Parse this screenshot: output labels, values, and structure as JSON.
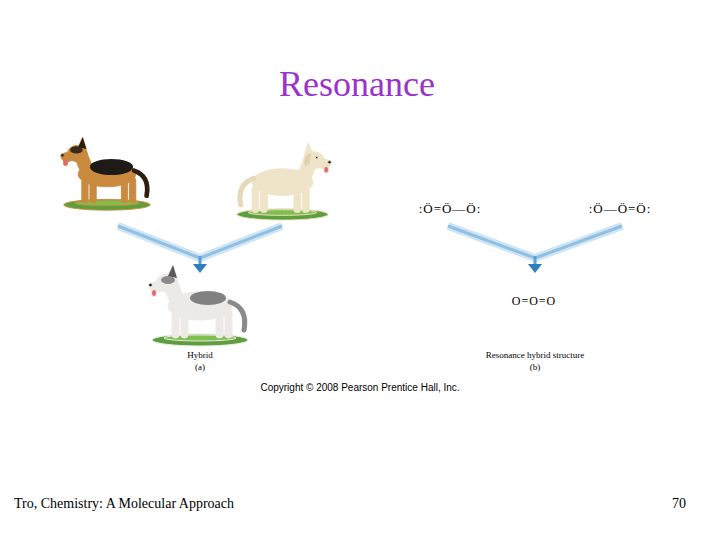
{
  "diagram": {
    "title": "Resonance",
    "labels": [
      ":Ö=Ö—Ö:",
      ":Ö—Ö=Ö:",
      "O=O=O",
      "Hybrid",
      "(a)",
      "Resonance hybrid structure",
      "(b)",
      "Copyright © 2008 Pearson Prentice Hall, Inc.",
      "Tro, Chemistry: A Molecular Approach",
      "70"
    ]
  }
}
